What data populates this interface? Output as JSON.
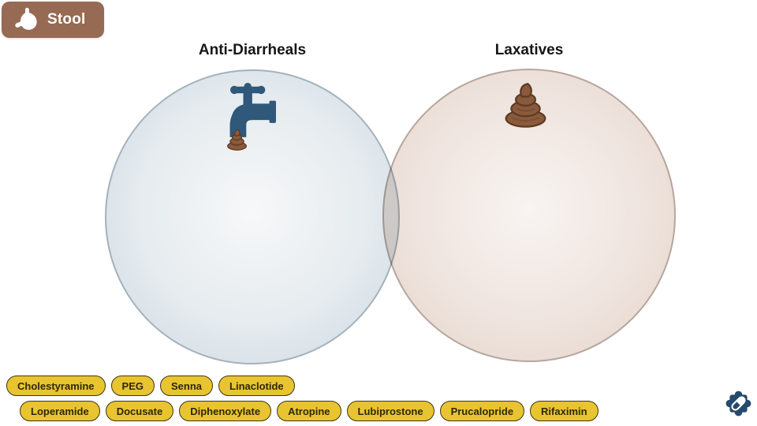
{
  "category_badge": {
    "label": "Stool",
    "icon": "stomach-icon",
    "color": "#976a53"
  },
  "venn": {
    "left_circle": {
      "label": "Anti-Diarrheals",
      "icon": "faucet-drip-icon",
      "fill": "#ccd6de"
    },
    "right_circle": {
      "label": "Laxatives",
      "icon": "poop-icon",
      "fill": "#e2d2c9"
    }
  },
  "chips": {
    "rows": [
      [
        "Cholestyramine",
        "PEG",
        "Senna",
        "Linaclotide"
      ],
      [
        "Loperamide",
        "Docusate",
        "Diphenoxylate",
        "Atropine",
        "Lubiprostone",
        "Prucalopride",
        "Rifaximin"
      ]
    ],
    "chip_color": "#e9c431",
    "chip_border": "#3e3512"
  },
  "toolbar": {
    "puzzle_icon": "puzzle-pill-icon",
    "color": "#254a6b"
  },
  "icon_colors": {
    "faucet_blue": "#2f587a",
    "poop_brown": "#8a5a3d"
  }
}
